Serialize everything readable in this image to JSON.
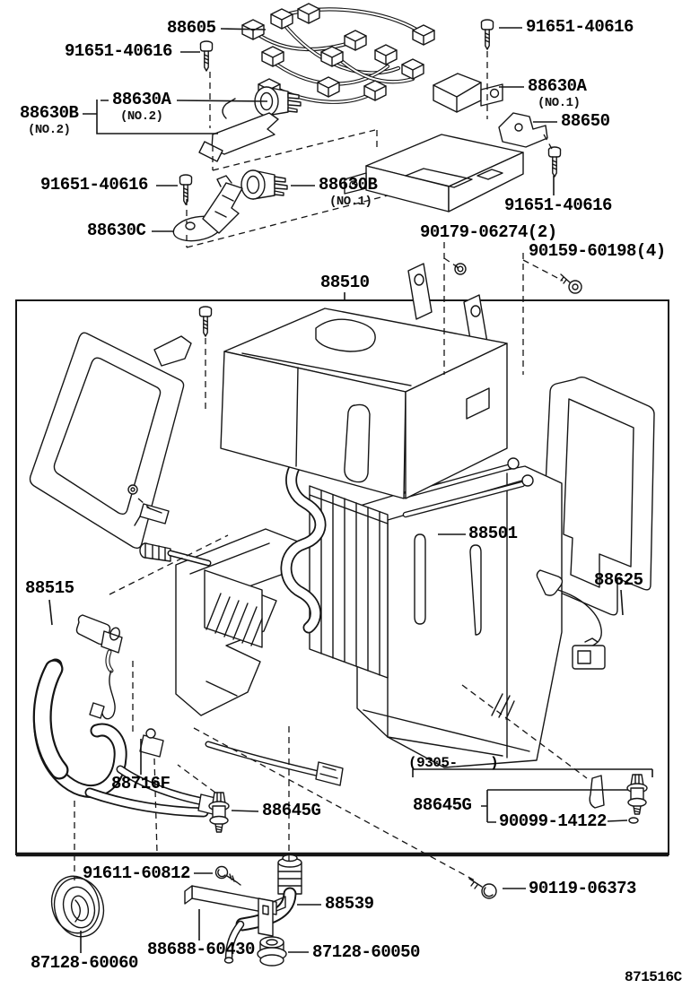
{
  "figure": {
    "code": "871516C",
    "production_note": "(9305-    )"
  },
  "callouts": {
    "harness": {
      "label": "88605"
    },
    "screw_top_left": {
      "label": "91651-40616"
    },
    "screw_top_right": {
      "label": "91651-40616"
    },
    "sensor_a_no2": {
      "label": "88630A",
      "sub": "(NO.2)"
    },
    "assy_b_no2": {
      "label": "88630B",
      "sub": "(NO.2)"
    },
    "relay_a_no1": {
      "label": "88630A",
      "sub": "(NO.1)"
    },
    "amplifier": {
      "label": "88650"
    },
    "screw_mid_left": {
      "label": "91651-40616"
    },
    "sensor_b_no1": {
      "label": "88630B",
      "sub": "(NO.1)"
    },
    "bracket_c": {
      "label": "88630C"
    },
    "screw_mid_right": {
      "label": "91651-40616"
    },
    "nut_90179": {
      "label": "90179-06274(2)"
    },
    "screw_90159": {
      "label": "90159-60198(4)"
    },
    "unit_assembly": {
      "label": "88510"
    },
    "evaporator": {
      "label": "88501"
    },
    "thermistor_88515": {
      "label": "88515"
    },
    "thermistor_88625": {
      "label": "88625"
    },
    "tube_88716f": {
      "label": "88716F"
    },
    "switch_645_box": {
      "label": "88645G"
    },
    "switch_645_right": {
      "label": "88645G"
    },
    "oring_90099": {
      "label": "90099-14122"
    },
    "screw_91611": {
      "label": "91611-60812"
    },
    "screw_90119": {
      "label": "90119-06373"
    },
    "drain_pipe": {
      "label": "88539"
    },
    "pipe_bracket": {
      "label": "88688-60430"
    },
    "grommet_60050": {
      "label": "87128-60050"
    },
    "grommet_60060": {
      "label": "87128-60060"
    }
  }
}
